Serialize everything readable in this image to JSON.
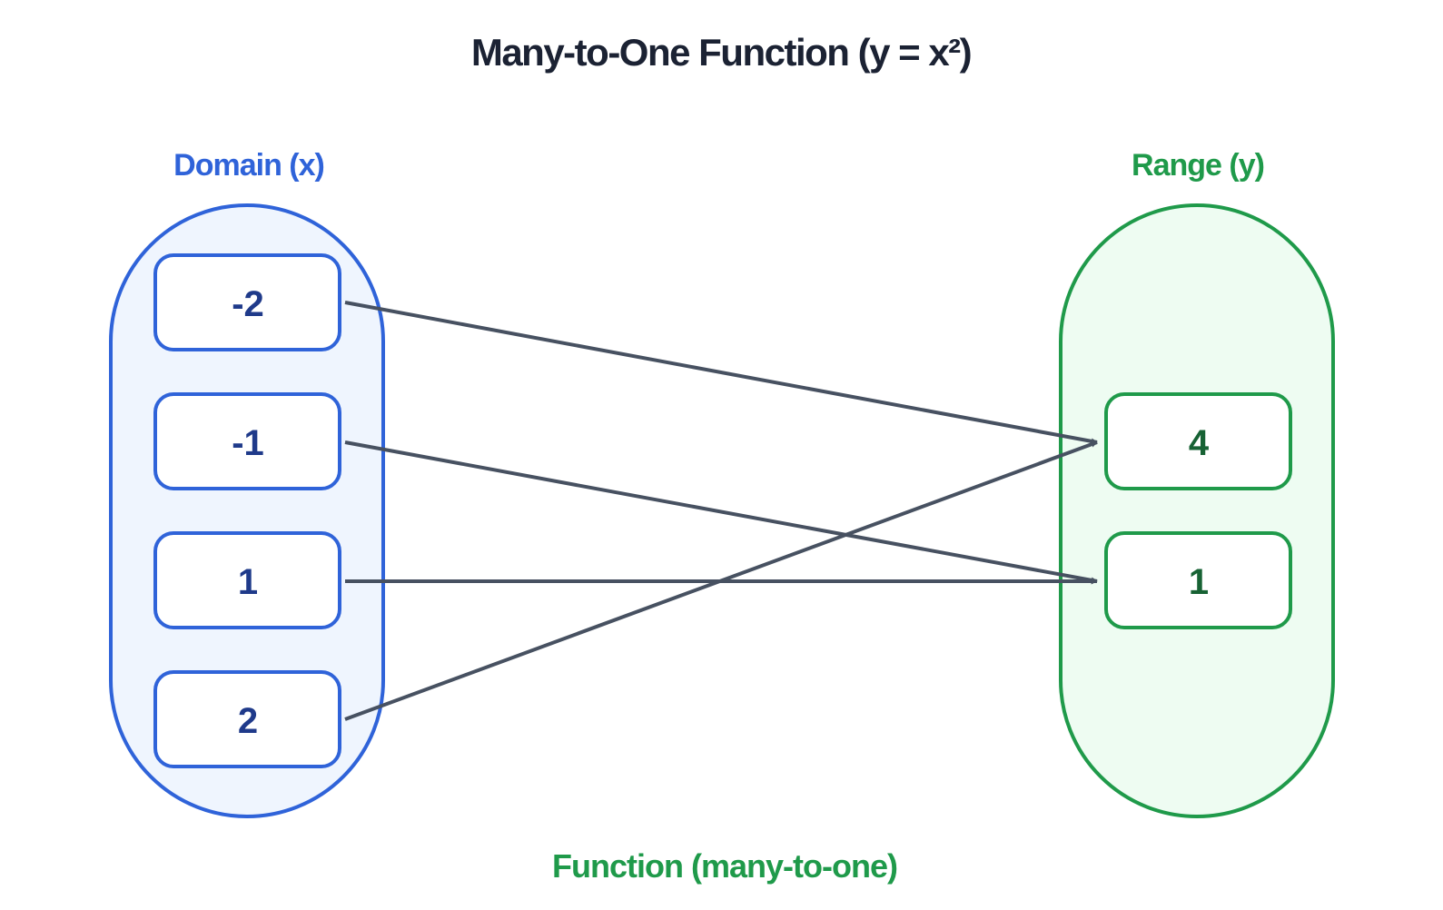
{
  "title": "Many-to-One Function (y = x²)",
  "domain": {
    "label": "Domain (x)",
    "values": [
      "-2",
      "-1",
      "1",
      "2"
    ]
  },
  "range": {
    "label": "Range (y)",
    "values": [
      "4",
      "1"
    ]
  },
  "mappings": [
    {
      "from": "-2",
      "to": "4"
    },
    {
      "from": "-1",
      "to": "1"
    },
    {
      "from": "1",
      "to": "1"
    },
    {
      "from": "2",
      "to": "4"
    }
  ],
  "footer": "Function (many-to-one)",
  "colors": {
    "domain_stroke": "#2f63d9",
    "domain_fill": "#eff5fe",
    "domain_text": "#1f3a8a",
    "range_stroke": "#1f9a4a",
    "range_fill": "#eefcf2",
    "range_text": "#176234",
    "arrow": "#475161",
    "title": "#1b2233"
  }
}
